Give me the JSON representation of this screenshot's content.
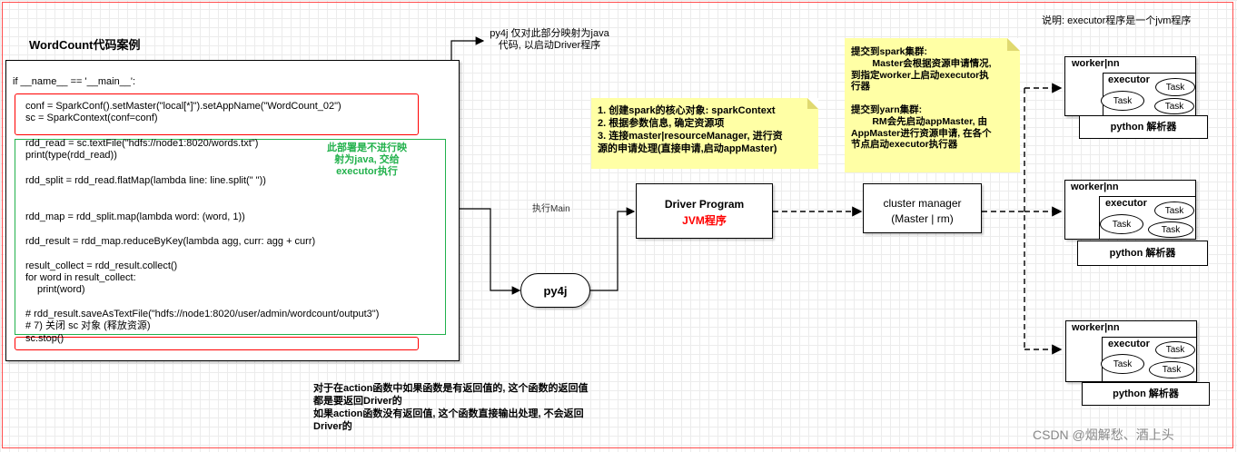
{
  "title_wordcount": "WordCount代码案例",
  "note_top_right": "说明: executor程序是一个jvm程序",
  "py4j_note": "py4j 仅对此部分映射为java\n代码, 以启动Driver程序",
  "exec_main": "执行Main",
  "code": {
    "l1": "if __name__ == '__main__':",
    "l2": "conf = SparkConf().setMaster(\"local[*]\").setAppName(\"WordCount_02\")",
    "l3": "sc = SparkContext(conf=conf)",
    "l4": "rdd_read = sc.textFile(\"hdfs://node1:8020/words.txt\")",
    "l5": "print(type(rdd_read))",
    "l6": "rdd_split = rdd_read.flatMap(lambda line: line.split(\" \"))",
    "l7": "rdd_map = rdd_split.map(lambda word: (word, 1))",
    "l8": "rdd_result = rdd_map.reduceByKey(lambda agg, curr: agg + curr)",
    "l9": "result_collect = rdd_result.collect()",
    "l10": "for word in result_collect:",
    "l11": "print(word)",
    "l12": "# rdd_result.saveAsTextFile(\"hdfs://node1:8020/user/admin/wordcount/output3\")",
    "l13": "# 7) 关闭 sc 对象 (释放资源)",
    "l14": "sc.stop()"
  },
  "green_note": "此部署是不进行映\n射为java, 交给\nexecutor执行",
  "driver_note": "1. 创建spark的核心对象: sparkContext\n2. 根据参数信息, 确定资源项\n3. 连接master|resourceManager, 进行资\n源的申请处理(直接申请,启动appMaster)",
  "cluster_note": "提交到spark集群:\n        Master会根据资源申请情况,\n到指定worker上启动executor执\n行器\n\n提交到yarn集群:\n        RM会先启动appMaster, 由\nAppMaster进行资源申请, 在各个\n节点启动executor执行器",
  "driver_box": {
    "title": "Driver Program",
    "subtitle": "JVM程序"
  },
  "py4j_box": "py4j",
  "cluster_box": {
    "title": "cluster manager",
    "subtitle": "(Master | rm)"
  },
  "workers": [
    {
      "label": "worker|nn",
      "executor": "executor",
      "task": "Task",
      "python": "python 解析器"
    },
    {
      "label": "worker|nn",
      "executor": "executor",
      "task": "Task",
      "python": "python 解析器"
    },
    {
      "label": "worker|nn",
      "executor": "executor",
      "task": "Task",
      "python": "python 解析器"
    }
  ],
  "bottom_note": "对于在action函数中如果函数是有返回值的, 这个函数的返回值\n都是要返回Driver的\n如果action函数没有返回值, 这个函数直接输出处理, 不会返回\nDriver的",
  "watermark": "CSDN @烟解愁、酒上头",
  "colors": {
    "red": "#ff0000",
    "green": "#22b14c",
    "note_yellow": "#ffffa5",
    "page_border": "#ff0000"
  }
}
